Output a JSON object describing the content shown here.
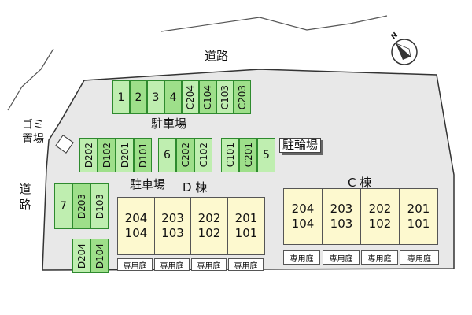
{
  "roads": {
    "top": "道路",
    "left": "道路"
  },
  "garbage_label": "ゴミ\n置場",
  "bike_parking": "駐輪場",
  "parking_labels": {
    "top": "駐車場",
    "middle": "駐車場"
  },
  "compass": {
    "north": "N"
  },
  "parking_rows": {
    "top": [
      "1",
      "2",
      "3",
      "4",
      "C204",
      "C104",
      "C103",
      "C203"
    ],
    "middle_left": [
      "D202",
      "D102",
      "D201",
      "D101"
    ],
    "middle_center": [
      "6",
      "C202",
      "C102"
    ],
    "middle_right": [
      "C101",
      "C201",
      "5"
    ],
    "left_block": [
      "7",
      "D203",
      "D103"
    ],
    "bottom_left": [
      "D204",
      "D104"
    ]
  },
  "buildings": {
    "d": {
      "title": "D 棟",
      "units": [
        {
          "upper": "204",
          "lower": "104"
        },
        {
          "upper": "203",
          "lower": "103"
        },
        {
          "upper": "202",
          "lower": "102"
        },
        {
          "upper": "201",
          "lower": "101"
        }
      ],
      "garden_label": "専用庭"
    },
    "c": {
      "title": "C 棟",
      "units": [
        {
          "upper": "204",
          "lower": "104"
        },
        {
          "upper": "203",
          "lower": "103"
        },
        {
          "upper": "202",
          "lower": "102"
        },
        {
          "upper": "201",
          "lower": "101"
        }
      ],
      "garden_label": "専用庭"
    }
  }
}
